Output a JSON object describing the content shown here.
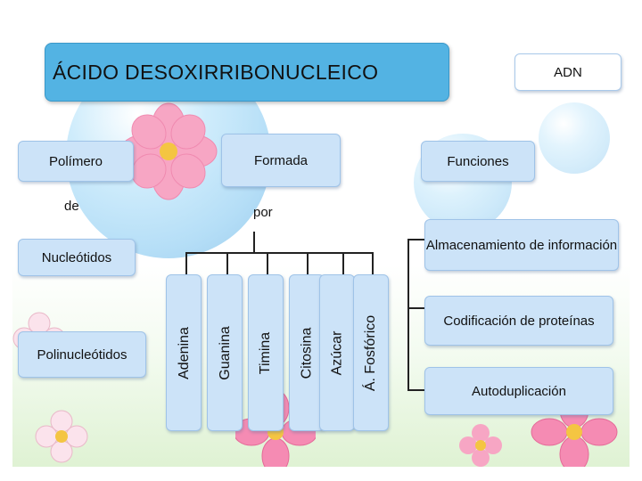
{
  "title": "ÁCIDO DESOXIRRIBONUCLEICO",
  "abbr": "ADN",
  "boxes": {
    "polimero": "Polímero",
    "formada": "Formada",
    "funciones": "Funciones",
    "nucleotidos": "Nucleótidos",
    "polinucleotidos": "Polinucleótidos"
  },
  "connectors": {
    "de": "de",
    "por": "por"
  },
  "components": [
    "Adenina",
    "Guanina",
    "Timina",
    "Citosina",
    "Azúcar",
    "Á. Fosfórico"
  ],
  "functions": [
    "Almacenamiento de información",
    "Codificación de proteínas",
    "Autoduplicación"
  ],
  "colors": {
    "title_bar": "#53b3e3",
    "box_fill": "#cce3f8",
    "box_border": "#9fc3e8",
    "connector_line": "#222222",
    "flower_pink": "#f7a6c4"
  }
}
